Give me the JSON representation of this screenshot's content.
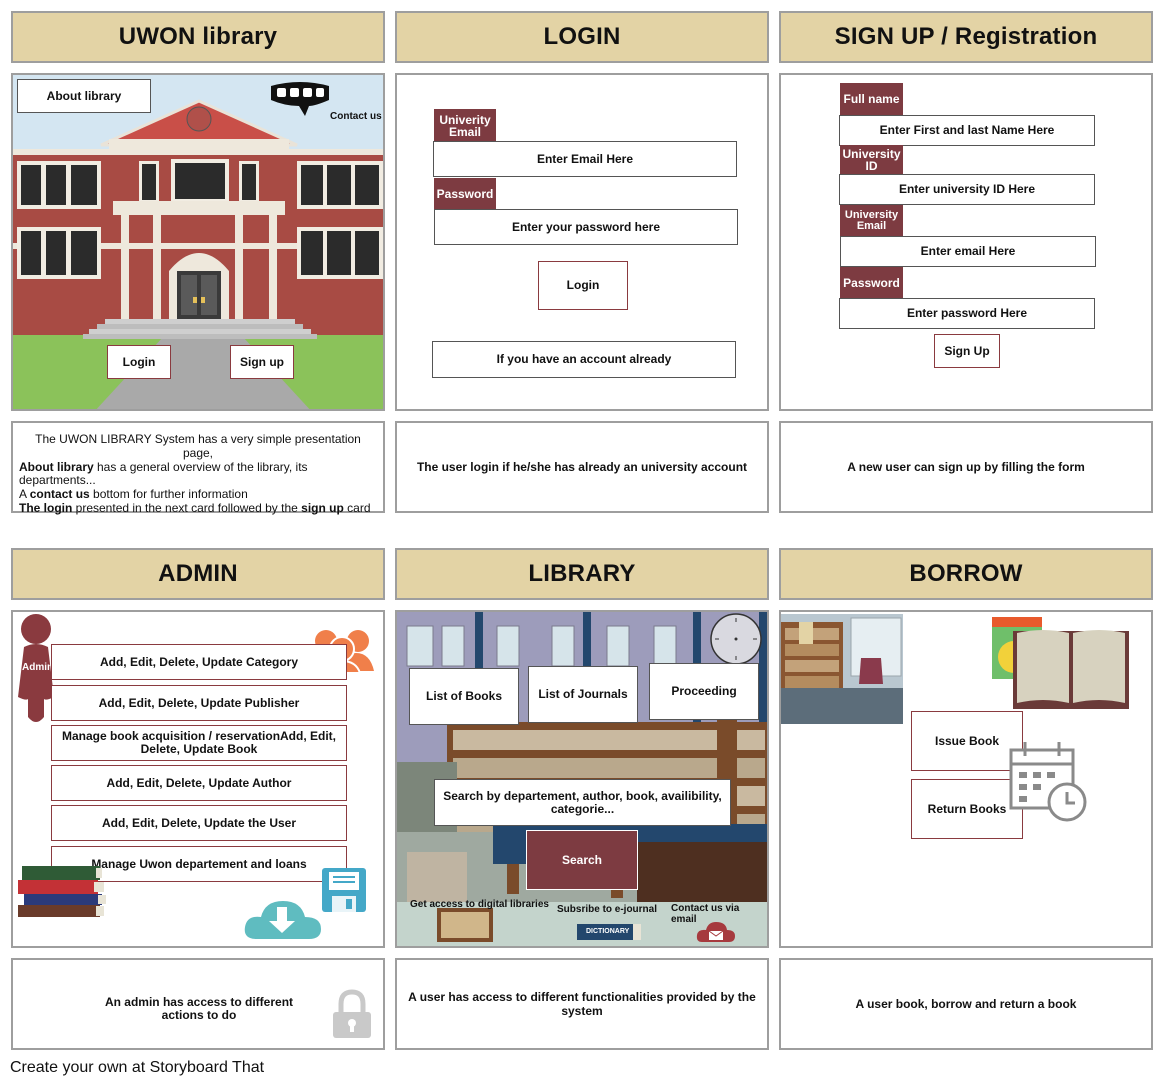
{
  "panels": {
    "p1": {
      "title": "UWON library",
      "buttons": {
        "about": "About library",
        "contact": "Contact us",
        "login": "Login",
        "signup": "Sign up"
      }
    },
    "p2": {
      "title": "LOGIN",
      "labels": {
        "email": "Univerity Email",
        "password": "Password"
      },
      "fields": {
        "email": "Enter Email Here",
        "password": "Enter your password here"
      },
      "login_button": "Login",
      "account_note": "If you have an account already"
    },
    "p3": {
      "title": "SIGN UP / Registration",
      "labels": {
        "fullname": "Full name",
        "uid": "University ID",
        "email": "University Email",
        "password": "Password"
      },
      "fields": {
        "fullname": "Enter First and last Name Here",
        "uid": "Enter university ID Here",
        "email": "Enter email Here",
        "password": "Enter password Here"
      },
      "signup_button": "Sign Up"
    },
    "p4": {
      "title": "ADMIN",
      "figure_label": "Admin",
      "actions": [
        "Add, Edit, Delete, Update Category",
        "Add, Edit, Delete, Update Publisher",
        "Manage book acquisition / reservationAdd, Edit, Delete, Update Book",
        "Add, Edit, Delete, Update Author",
        "Add, Edit, Delete, Update the User",
        "Manage Uwon departement and loans"
      ]
    },
    "p5": {
      "title": "LIBRARY",
      "tabs": [
        "List of Books",
        "List of Journals",
        "Proceeding"
      ],
      "search_hint": "Search by departement, author, book, availibility, categorie...",
      "search_button": "Search",
      "links": {
        "digital": "Get access to digital libraries",
        "journal": "Subsribe to e-journal",
        "email": "Contact us via email"
      },
      "dictionary_text": "DICTIONARY"
    },
    "p6": {
      "title": "BORROW",
      "issue": "Issue Book",
      "return": "Return Books"
    }
  },
  "captions": {
    "c1": {
      "line1": "The UWON LIBRARY System has a very simple presentation page,",
      "l2_bold": "About library",
      "l2_rest": " has a general overview of the library, its departments...",
      "l3_a": "A ",
      "l3_bold": "contact us",
      "l3_rest": " bottom for further information",
      "l4_bold1": "The login",
      "l4_mid": " presented in the next card followed by the ",
      "l4_bold2": "sign up",
      "l4_end": " card"
    },
    "c2": "The user login if he/she has already an university account",
    "c3": "A new user can sign up by filling the form",
    "c4": "An admin has access to different actions to do",
    "c5": "A user has access to different functionalities provided by the system",
    "c6": "A user book, borrow and return a book"
  },
  "footer": "Create your own at Storyboard That",
  "colors": {
    "title_bg": "#e3d3a5",
    "accent_red": "#7d3b41",
    "border": "#9e9e9e",
    "brick": "#a84b44",
    "grass": "#8bc25a"
  },
  "icons": [
    "robot-mask-icon",
    "clock-icon",
    "people-icon",
    "floppy-disk-icon",
    "cloud-download-icon",
    "padlock-icon",
    "calendar-clock-icon",
    "book-stack-icon",
    "open-book-icon",
    "mail-cloud-icon"
  ]
}
